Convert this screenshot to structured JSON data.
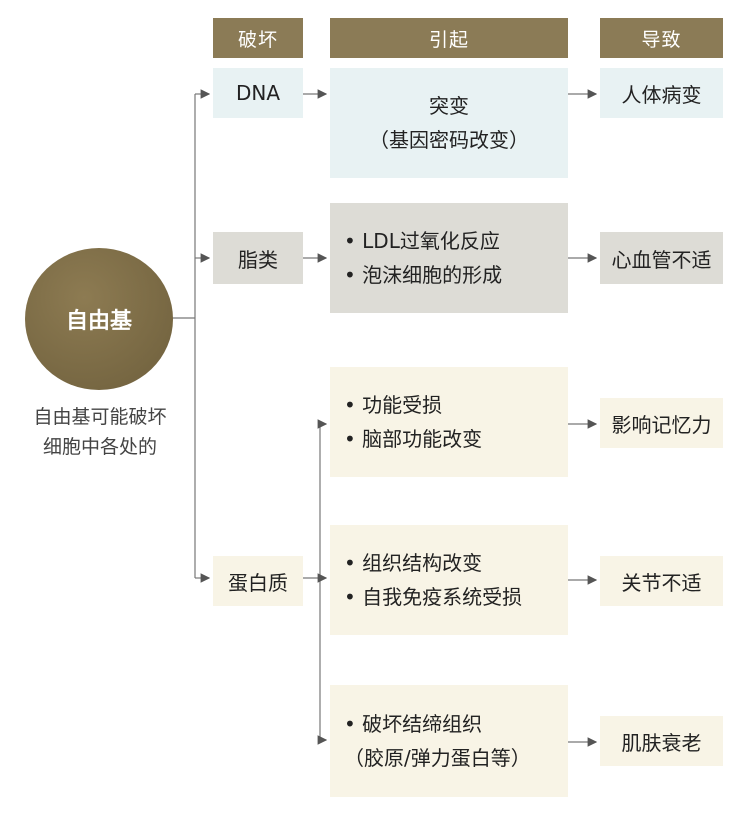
{
  "headers": {
    "damage": "破坏",
    "cause": "引起",
    "result": "导致"
  },
  "center": {
    "label": "自由基",
    "caption_line1": "自由基可能破坏",
    "caption_line2": "细胞中各处的"
  },
  "targets": [
    {
      "label": "DNA"
    },
    {
      "label": "脂类"
    },
    {
      "label": "蛋白质"
    }
  ],
  "effects": {
    "dna": {
      "line1": "突变",
      "line2": "（基因密码改变）"
    },
    "lipid": {
      "items": [
        "LDL过氧化反应",
        "泡沫细胞的形成"
      ]
    },
    "protein1": {
      "items": [
        "功能受损",
        "脑部功能改变"
      ]
    },
    "protein2": {
      "items": [
        "组织结构改变",
        "自我免疫系统受损"
      ]
    },
    "protein3": {
      "line1": "破坏结缔组织",
      "line2": "（胶原/弹力蛋白等）"
    }
  },
  "results": {
    "dna": "人体病变",
    "lipid": "心血管不适",
    "protein1": "影响记忆力",
    "protein2": "关节不适",
    "protein3": "肌肤衰老"
  },
  "colors": {
    "header": "#8b7b56",
    "circle": "#7a6a45",
    "blue_box": "#e8f2f3",
    "gray_box": "#dddcd6",
    "cream_box": "#f8f4e6",
    "line": "#666666"
  }
}
